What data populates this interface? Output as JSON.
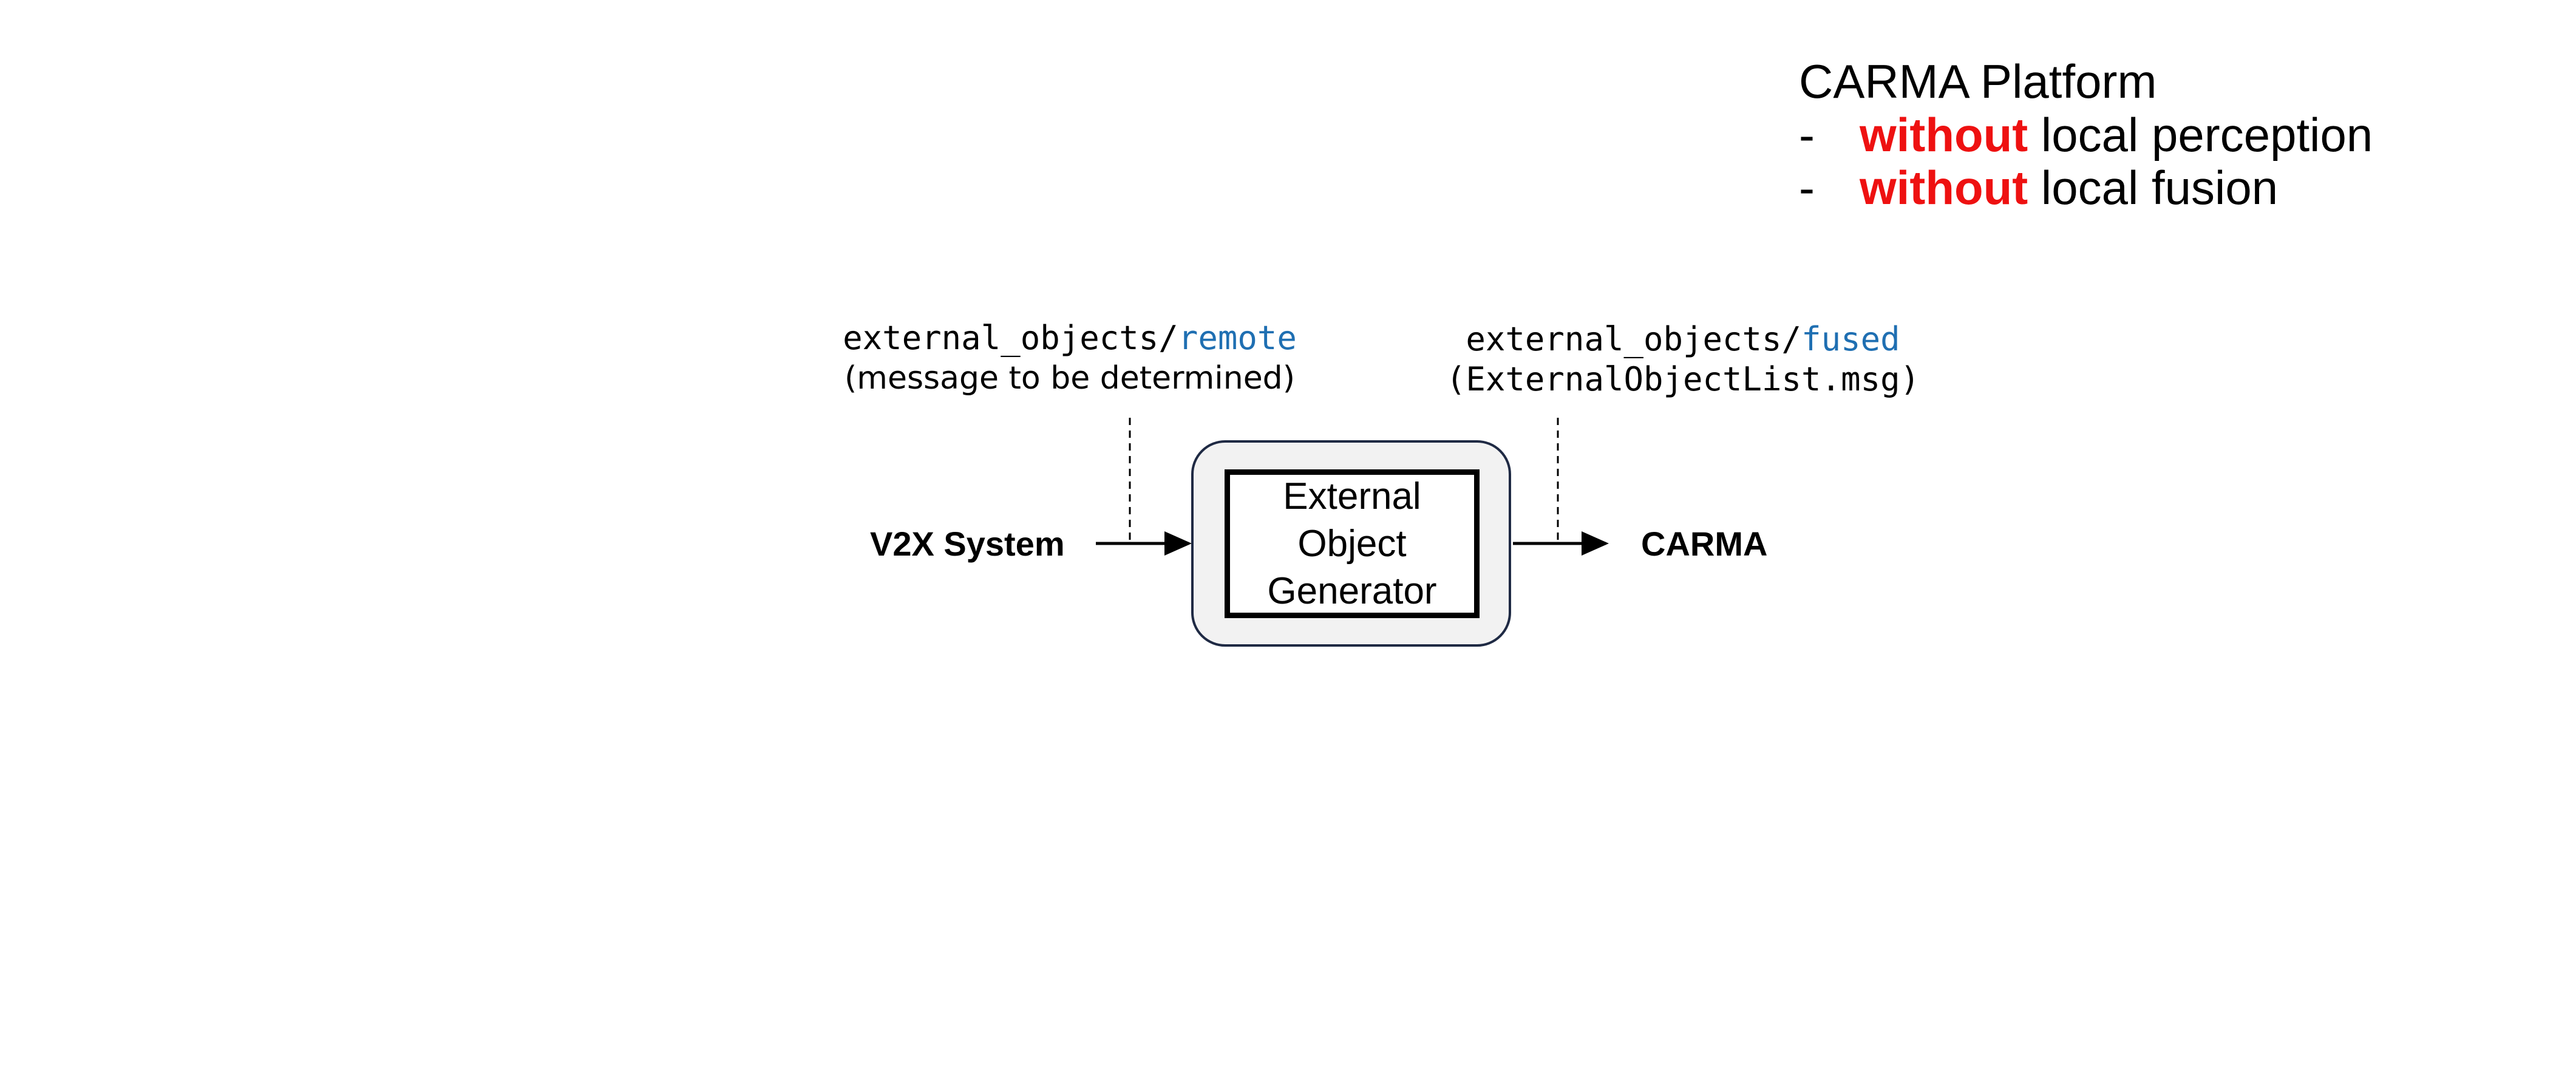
{
  "platform": {
    "title": "CARMA Platform",
    "bullets": [
      {
        "dash": "-",
        "negation": "without",
        "text": " local perception"
      },
      {
        "dash": "-",
        "negation": "without",
        "text": " local fusion"
      }
    ]
  },
  "input_topic": {
    "prefix": "external_objects/",
    "suffix": "remote",
    "message": "(message to be determined)"
  },
  "output_topic": {
    "prefix": "external_objects/",
    "suffix": "fused",
    "message": "(ExternalObjectList.msg)"
  },
  "source": {
    "label": "V2X System"
  },
  "node": {
    "label": "External Object Generator"
  },
  "sink": {
    "label": "CARMA"
  },
  "colors": {
    "negation": "#ee1111",
    "topic_accent": "#1f6fb2",
    "node_fill": "#f2f2f2",
    "node_border": "#1f2a44"
  }
}
